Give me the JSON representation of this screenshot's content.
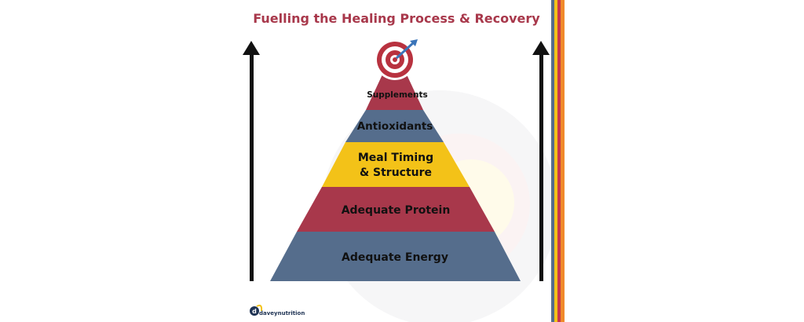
{
  "title": "Fuelling the Healing Process & Recovery",
  "pyramid": {
    "levels": [
      {
        "label": "Supplements",
        "color": "#a8384b"
      },
      {
        "label": "Antioxidants",
        "color": "#556d8c"
      },
      {
        "label_lines": [
          "Meal Timing",
          "& Structure"
        ],
        "color": "#f3c218"
      },
      {
        "label": "Adequate Protein",
        "color": "#a8384b"
      },
      {
        "label": "Adequate Energy",
        "color": "#556d8c"
      }
    ]
  },
  "brand": {
    "name": "daveynutrition",
    "logo_letter": "d"
  },
  "colors": {
    "title": "#a8384b",
    "arrow": "#111111",
    "target_red": "#b8323f",
    "dart_blue": "#3a74b9",
    "stripes": [
      "#556d8c",
      "#f3c218",
      "#c9384a",
      "#f08a2b"
    ]
  },
  "icons": {
    "target": "target-icon",
    "arrow_up": "arrow-up-icon"
  }
}
